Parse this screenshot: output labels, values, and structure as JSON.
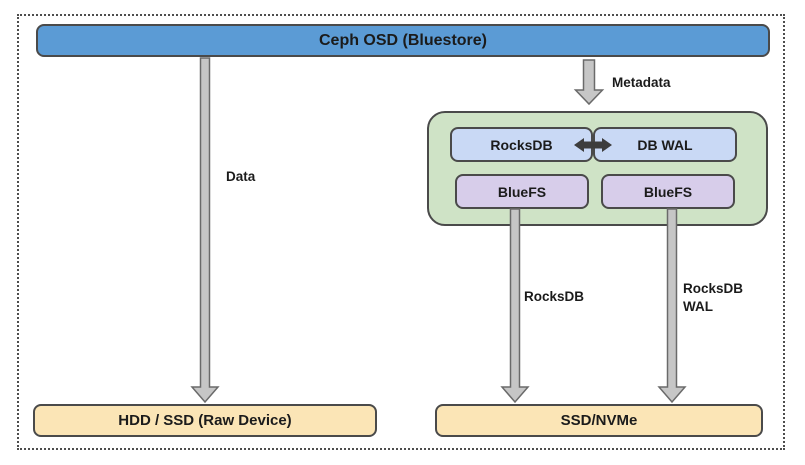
{
  "diagram": {
    "title_bar": {
      "label": "Ceph OSD (Bluestore)"
    },
    "cluster": {
      "rocksdb_label": "RocksDB",
      "db_wal_label": "DB WAL",
      "bluefs_left_label": "BlueFS",
      "bluefs_right_label": "BlueFS"
    },
    "devices": {
      "raw_device_label": "HDD / SSD (Raw Device)",
      "fast_device_label": "SSD/NVMe"
    },
    "arrow_labels": {
      "data": "Data",
      "metadata": "Metadata",
      "rocksdb": "RocksDB",
      "rocksdb_wal": "RocksDB WAL"
    },
    "colors": {
      "bar_blue": "#5b9bd5",
      "cluster_green": "#cfe3c6",
      "box_blue": "#c9d9f5",
      "box_purple": "#d7cdea",
      "box_tan": "#fbe5b6",
      "arrow_gray": "#c6c6c6",
      "arrow_border": "#6a6a6a",
      "double_arrow": "#3d3d3d",
      "border_dark": "#4a4a4a",
      "border_dots": "#4d4d4d",
      "text_dark": "#1b1b1b"
    }
  }
}
